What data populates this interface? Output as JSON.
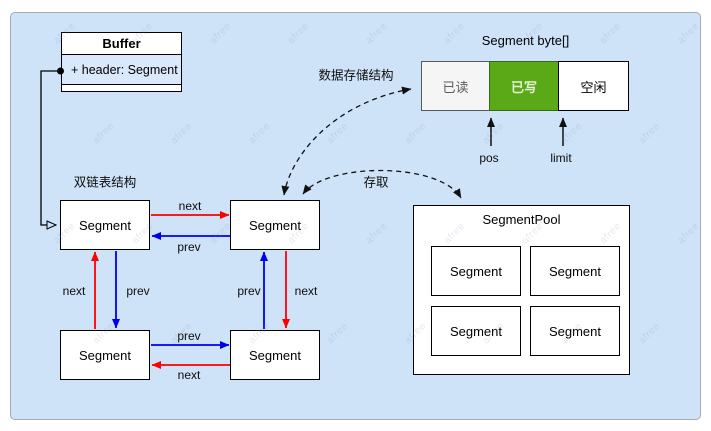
{
  "diagram": {
    "watermark_text": "afree"
  },
  "buffer_class": {
    "title": "Buffer",
    "attribute": "+ header: Segment"
  },
  "linked_list": {
    "section_label": "双链表结构",
    "nodes": [
      "Segment",
      "Segment",
      "Segment",
      "Segment"
    ],
    "edge_labels": {
      "top_next": "next",
      "top_prev": "prev",
      "left_next": "next",
      "left_prev": "prev",
      "right_prev": "prev",
      "right_next": "next",
      "bottom_prev": "prev",
      "bottom_next": "next"
    }
  },
  "byte_array": {
    "title": "Segment byte[]",
    "cells": [
      {
        "label": "已读",
        "bg": "#f5f5f5",
        "text_color": "#5c5c5c"
      },
      {
        "label": "已写",
        "bg": "#5ca917",
        "text_color": "#e4f3d2"
      },
      {
        "label": "空闲",
        "bg": "#ffffff",
        "text_color": "#000000"
      }
    ],
    "pointer_labels": [
      "pos",
      "limit"
    ]
  },
  "segment_pool": {
    "title": "SegmentPool",
    "items": [
      "Segment",
      "Segment",
      "Segment",
      "Segment"
    ]
  },
  "annotations": {
    "storage_structure": "数据存储结构",
    "access": "存取"
  },
  "colors": {
    "canvas_background": "#cee2f8",
    "next_arrow_red": "#ff0000",
    "prev_arrow_blue": "#0000ee",
    "written_green": "#5ca917",
    "attribute_row_blue": "#dae8fc",
    "panel_border": "#a9aab4"
  }
}
